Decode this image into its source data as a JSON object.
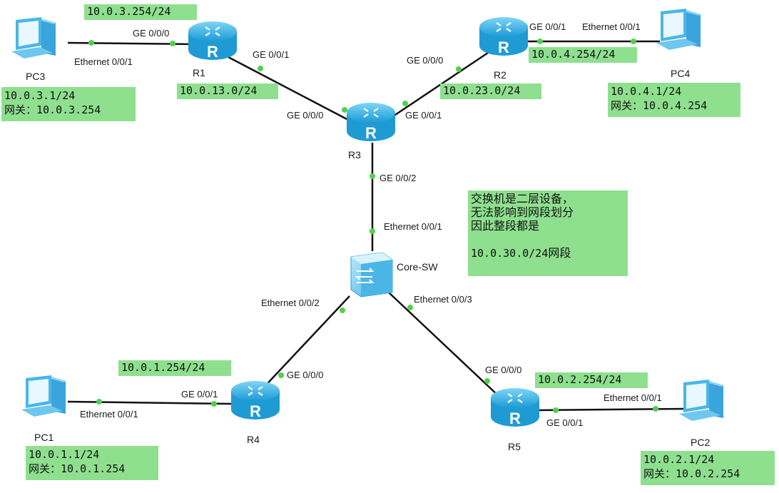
{
  "devices": {
    "r1": "R1",
    "r2": "R2",
    "r3": "R3",
    "r4": "R4",
    "r5": "R5",
    "sw": "Core-SW",
    "pc1": "PC1",
    "pc2": "PC2",
    "pc3": "PC3",
    "pc4": "PC4"
  },
  "ports": {
    "r1_g000": "GE 0/0/0",
    "r1_g001": "GE 0/0/1",
    "pc3_eth": "Ethernet 0/0/1",
    "r2_g001": "GE 0/0/1",
    "pc4_eth": "Ethernet 0/0/1",
    "r2_g000": "GE 0/0/0",
    "r3_g000": "GE 0/0/0",
    "r3_g001": "GE 0/0/1",
    "r3_g002": "GE 0/0/2",
    "sw_e001": "Ethernet 0/0/1",
    "sw_e002": "Ethernet 0/0/2",
    "sw_e003": "Ethernet 0/0/3",
    "r4_g000": "GE 0/0/0",
    "r4_g001": "GE 0/0/1",
    "pc1_eth": "Ethernet 0/0/1",
    "r5_g000": "GE 0/0/0",
    "r5_g001": "GE 0/0/1",
    "pc2_eth": "Ethernet 0/0/1"
  },
  "addresses": {
    "r1_lan": "10.0.3.254/24",
    "r1_r3_net": "10.0.13.0/24",
    "r2_lan": "10.0.4.254/24",
    "r2_r3_net": "10.0.23.0/24",
    "r4_lan": "10.0.1.254/24",
    "r5_lan": "10.0.2.254/24",
    "pc3_ip": "10.0.3.1/24",
    "pc3_gw": "网关：10.0.3.254",
    "pc4_ip": "10.0.4.1/24",
    "pc4_gw": "网关：10.0.4.254",
    "pc1_ip": "10.0.1.1/24",
    "pc1_gw": "网关：10.0.1.254",
    "pc2_ip": "10.0.2.1/24",
    "pc2_gw": "网关：10.0.2.254"
  },
  "note": {
    "line1": "交换机是二层设备，",
    "line2": "无法影响到网段划分",
    "line3": "因此整段都是",
    "line4_net": "10.0.30.0/24",
    "line4_suffix": "网段"
  },
  "colors": {
    "label_bg": "#8ee08e",
    "port_dot": "#4fd14f",
    "router": "#3fb9e8",
    "link": "#111111"
  }
}
